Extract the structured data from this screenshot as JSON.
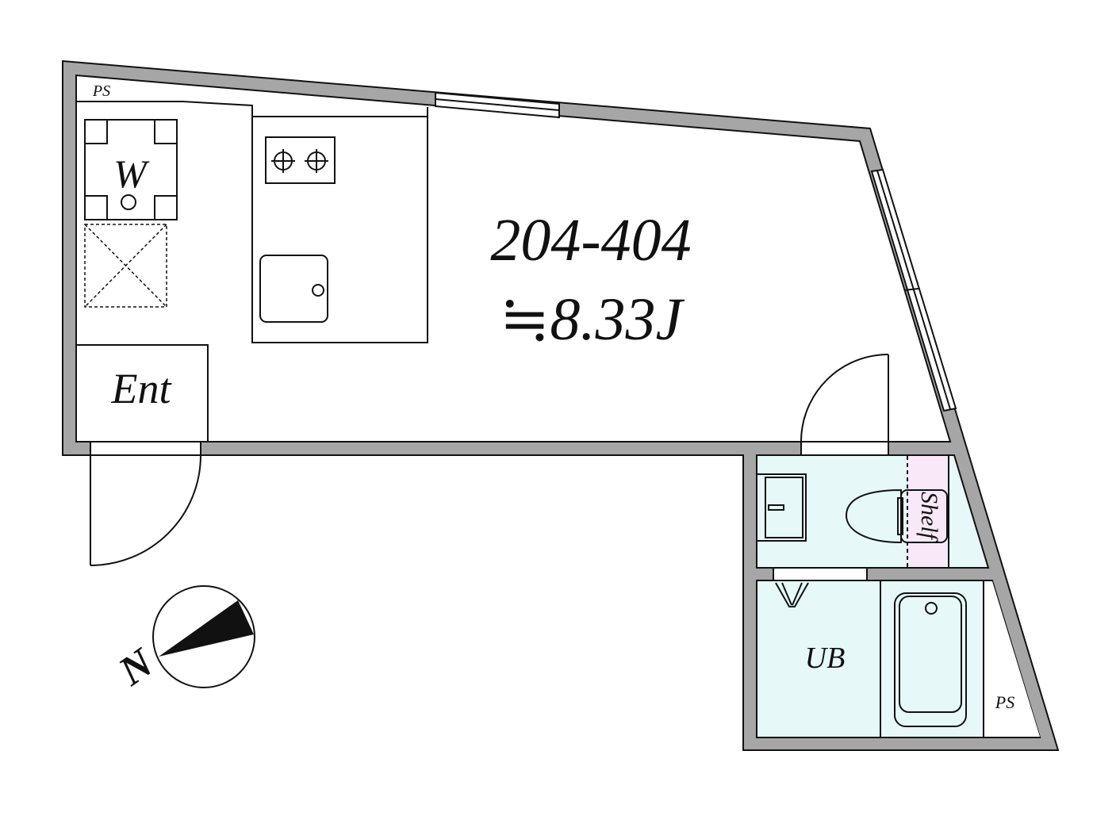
{
  "plan": {
    "unit_number": "204-404",
    "area": "≒8.33J",
    "labels": {
      "entrance": "Ent",
      "washer": "W",
      "pipe_space_top": "PS",
      "pipe_space_bath": "PS",
      "unit_bath": "UB",
      "shelf": "Shelf"
    },
    "compass": {
      "letter": "N"
    }
  },
  "colors": {
    "wall": "#a6a6a6",
    "wet_area": "#e6f8f8",
    "shelf": "#f8e8f8"
  }
}
